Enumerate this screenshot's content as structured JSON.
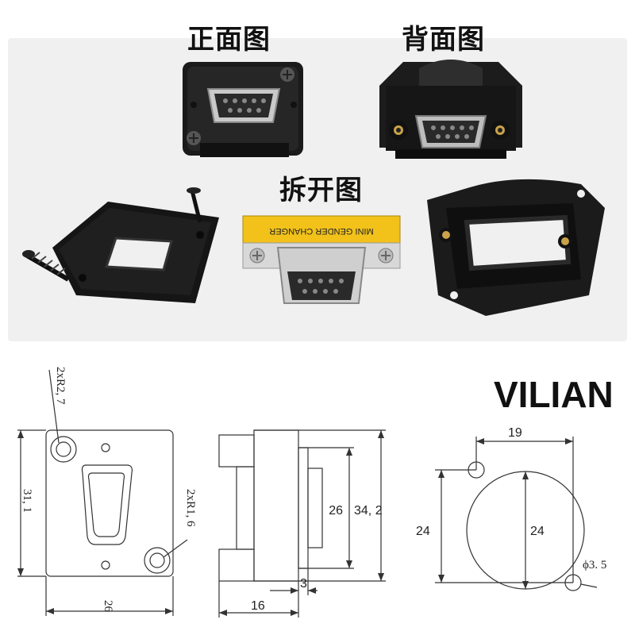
{
  "labels": {
    "front_view": "正面图",
    "back_view": "背面图",
    "exploded_view": "拆开图"
  },
  "brand": "VILIAN",
  "adapter_label": "MINI GENDER CHANGER",
  "front_drawing": {
    "mount_radius_large": "2xR2, 7",
    "mount_radius_small": "2xR1, 6",
    "height": "31, 1",
    "width": "26"
  },
  "side_drawing": {
    "inner_height": "26",
    "outer_height": "34, 2",
    "depth": "16",
    "flange": "3"
  },
  "cutout_drawing": {
    "hole_spacing": "19",
    "height": "24",
    "diameter": "24",
    "hole_diameter": "ϕ3. 5"
  }
}
